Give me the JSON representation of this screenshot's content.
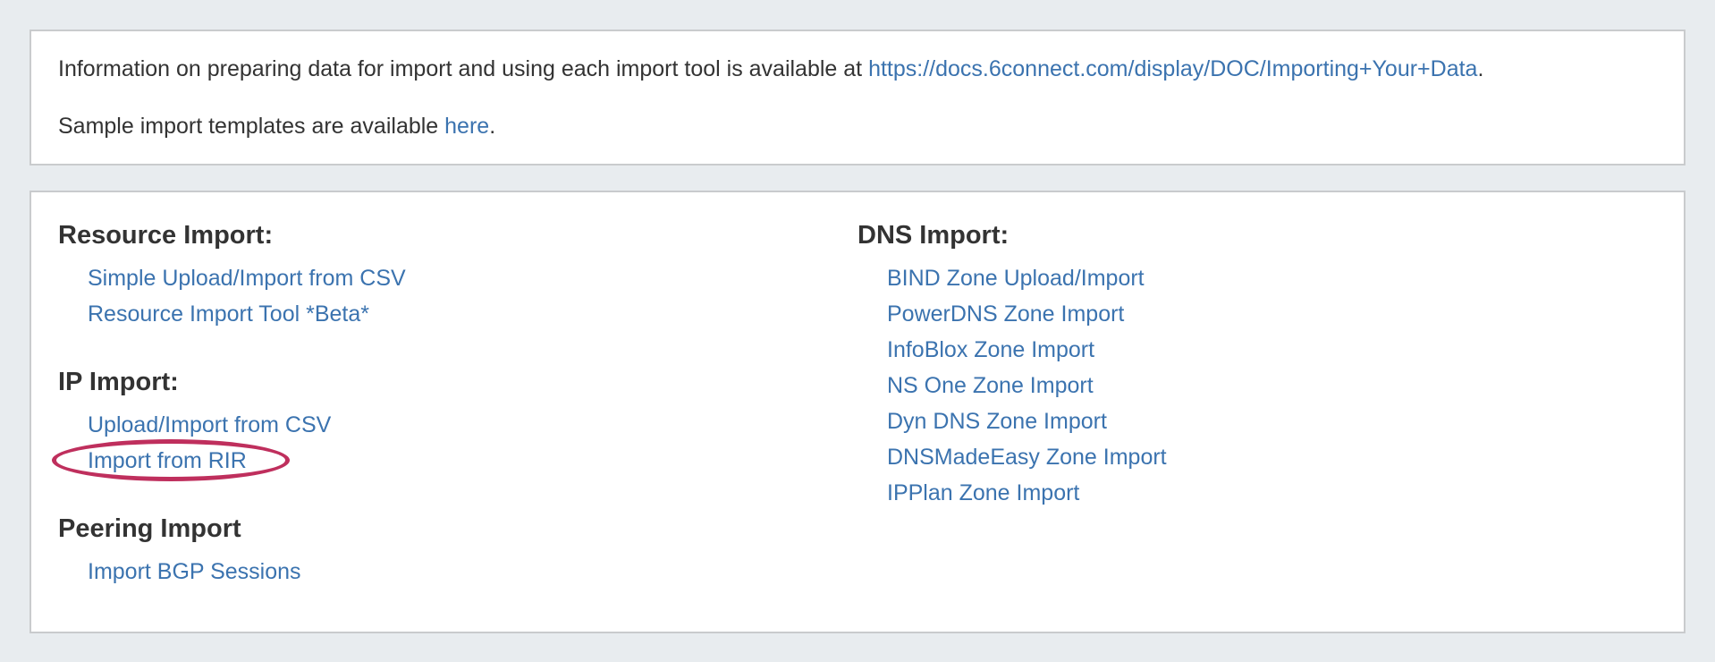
{
  "colors": {
    "page_background": "#e8ecef",
    "panel_border": "#c9cbcd",
    "link": "#3b73af",
    "text": "#333333",
    "annotation_circle": "#bf2f5d"
  },
  "info_panel": {
    "line1_prefix": "Information on preparing data for import and using each import tool is available at ",
    "line1_link": "https://docs.6connect.com/display/DOC/Importing+Your+Data",
    "line1_suffix": ".",
    "line2_prefix": "Sample import templates are available ",
    "line2_link": "here",
    "line2_suffix": "."
  },
  "import_panel": {
    "left_sections": [
      {
        "heading": "Resource Import:",
        "links": [
          {
            "label": "Simple Upload/Import from CSV"
          },
          {
            "label": "Resource Import Tool *Beta*"
          }
        ]
      },
      {
        "heading": "IP Import:",
        "links": [
          {
            "label": "Upload/Import from CSV"
          },
          {
            "label": "Import from RIR",
            "circled": true
          }
        ]
      },
      {
        "heading": "Peering Import",
        "links": [
          {
            "label": "Import BGP Sessions"
          }
        ]
      }
    ],
    "right_sections": [
      {
        "heading": "DNS Import:",
        "links": [
          {
            "label": "BIND Zone Upload/Import"
          },
          {
            "label": "PowerDNS Zone Import"
          },
          {
            "label": "InfoBlox Zone Import"
          },
          {
            "label": "NS One Zone Import"
          },
          {
            "label": "Dyn DNS Zone Import"
          },
          {
            "label": "DNSMadeEasy Zone Import"
          },
          {
            "label": "IPPlan Zone Import"
          }
        ]
      }
    ]
  }
}
